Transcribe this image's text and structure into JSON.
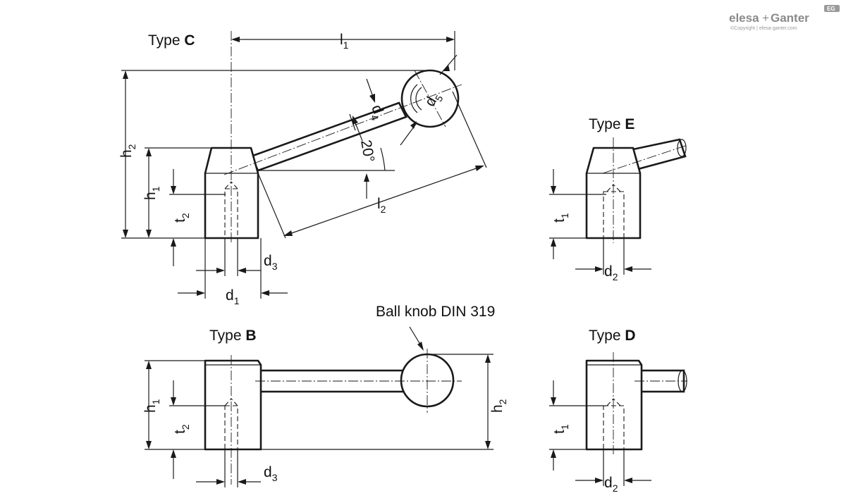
{
  "logo": {
    "brand_left": "elesa",
    "brand_plus": "+",
    "brand_right": "Ganter",
    "badge": "EG",
    "copyright": "©Copyright | elesa-ganter.com"
  },
  "types": {
    "prefix": "Type ",
    "c": "C",
    "e": "E",
    "b": "B",
    "d": "D"
  },
  "callout": "Ball knob DIN 319",
  "angle": "20°",
  "dims": {
    "l": "l",
    "l_sub1": "1",
    "l_sub2": "2",
    "h": "h",
    "h_sub1": "1",
    "h_sub2": "2",
    "t": "t",
    "t_sub1": "1",
    "t_sub2": "2",
    "d": "d",
    "d_sub1": "1",
    "d_sub2": "2",
    "d_sub3": "3",
    "d_sub4": "4",
    "d_sub5": "5"
  }
}
